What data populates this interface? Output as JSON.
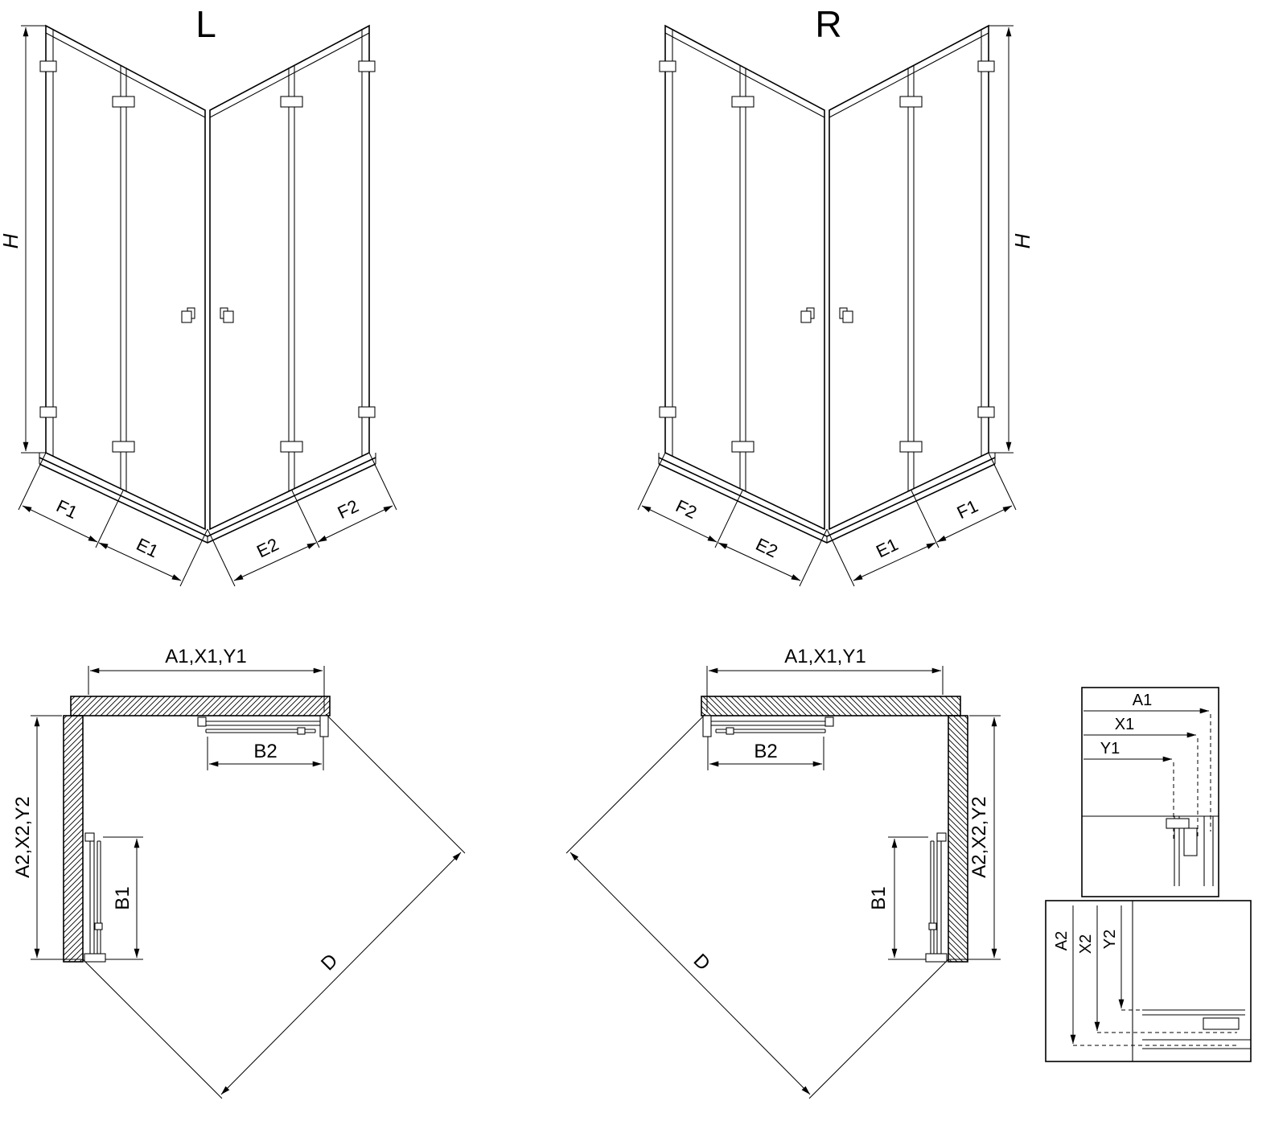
{
  "iso_left": {
    "title": "L",
    "h": "H",
    "f1": "F1",
    "e1": "E1",
    "e2": "E2",
    "f2": "F2"
  },
  "iso_right": {
    "title": "R",
    "h": "H",
    "f2": "F2",
    "e2": "E2",
    "e1": "E1",
    "f1": "F1"
  },
  "plan_left": {
    "width_dim": "A1,X1,Y1",
    "height_dim": "A2,X2,Y2",
    "b2": "B2",
    "b1": "B1",
    "d": "D"
  },
  "plan_right": {
    "width_dim": "A1,X1,Y1",
    "height_dim": "A2,X2,Y2",
    "b2": "B2",
    "b1": "B1",
    "d": "D"
  },
  "detail_top": {
    "a1": "A1",
    "x1": "X1",
    "y1": "Y1"
  },
  "detail_bottom": {
    "a2": "A2",
    "x2": "X2",
    "y2": "Y2"
  }
}
